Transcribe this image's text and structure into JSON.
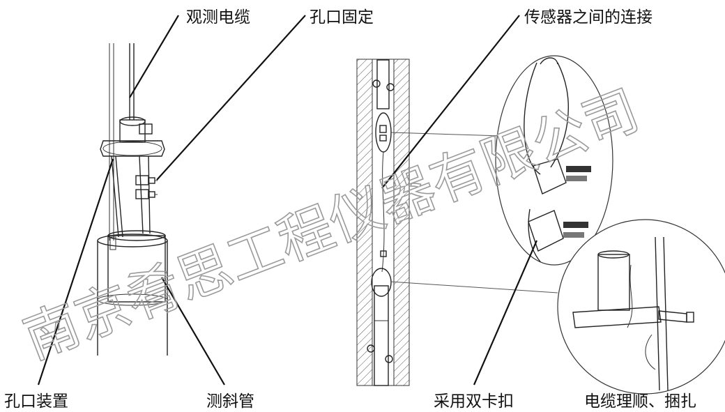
{
  "labels": {
    "observation_cable": "观测电缆",
    "hole_fixing": "孔口固定",
    "sensor_connection": "传感器之间的连接",
    "hole_device": "孔口装置",
    "inclinometer_tube": "测斜管",
    "double_clamp": "采用双卡扣",
    "cable_tidy": "电缆理顺、捆扎"
  },
  "watermark": {
    "text": "南京肴思工程仪器有限公司",
    "color": "#9a9a9a"
  }
}
